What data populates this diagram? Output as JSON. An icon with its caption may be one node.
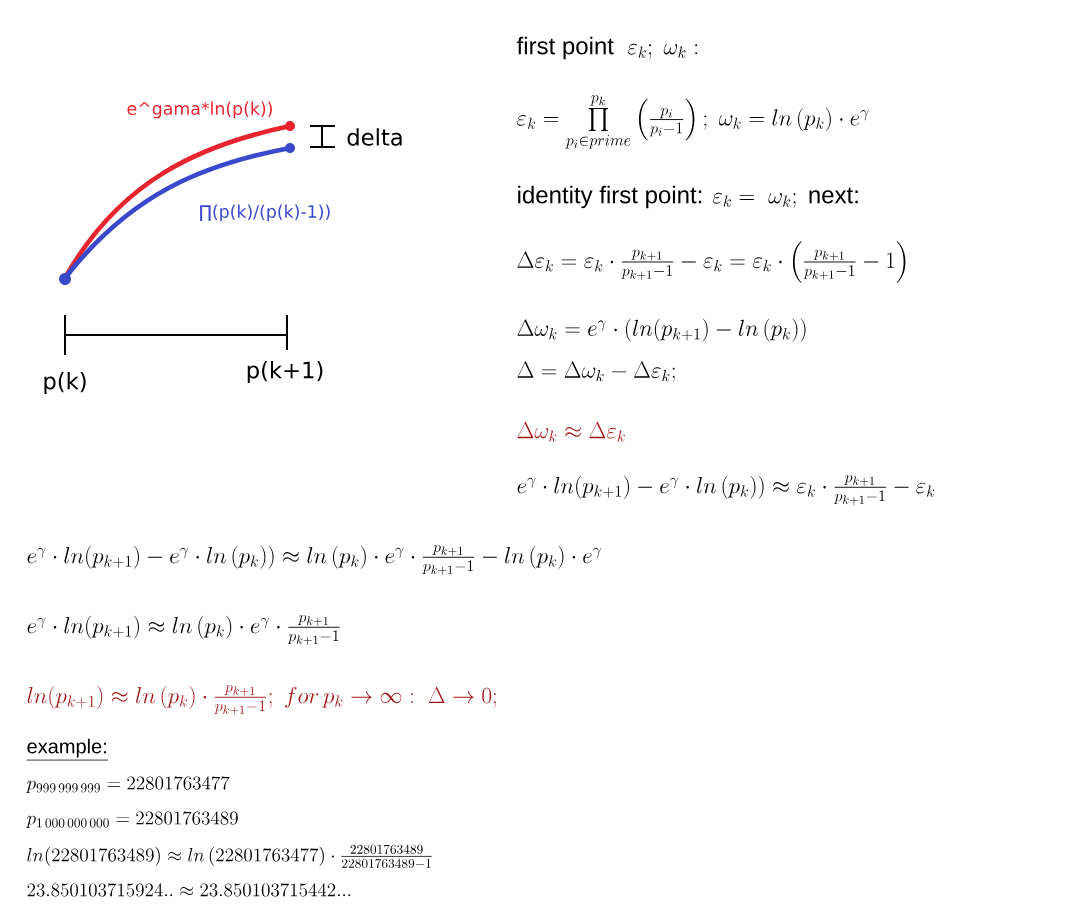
{
  "diagram": {
    "labels": [
      "e^gama*ln(p(k))",
      "delta",
      "∏(p(k)/(p(k)-1))",
      "p(k)",
      "p(k+1)",
      "\\text{first point }\\ \\varepsilon_k;\\ \\omega_k:",
      "\\varepsilon_k = \\prod\\limits_{p_i\\in prime}^{p_k}\\left(\\frac{p_i}{p_i-1}\\right);\\ \\omega_k = ln\\,(p_k)\\cdot e^{\\gamma}",
      "\\text{identity first point: }\\varepsilon_k = \\ \\omega_k;\\ \\text{next:}",
      "\\Delta\\varepsilon_k = \\varepsilon_k\\cdot\\frac{p_{k+1}}{p_{k+1}-1} - \\varepsilon_k = \\varepsilon_k\\cdot\\left(\\frac{p_{k+1}}{p_{k+1}-1} - 1\\right)",
      "\\Delta\\omega_k = e^{\\gamma}\\cdot(ln(p_{k+1}) - ln\\,(p_k))",
      "\\Delta = \\Delta\\omega_k - \\Delta\\varepsilon_k;",
      "\\Delta\\omega_k \\approx \\Delta\\varepsilon_k",
      "e^{\\gamma}\\cdot ln(p_{k+1}) - e^{\\gamma}\\cdot ln\\,(p_k)) \\approx \\varepsilon_k\\cdot\\frac{p_{k+1}}{p_{k+1}-1} - \\varepsilon_k",
      "e^{\\gamma}\\cdot ln(p_{k+1}) - e^{\\gamma}\\cdot ln\\,(p_k)) \\approx ln\\,(p_k)\\cdot e^{\\gamma}\\cdot\\frac{p_{k+1}}{p_{k+1}-1} - ln\\,(p_k)\\cdot e^{\\gamma}",
      "e^{\\gamma}\\cdot ln(p_{k+1}) \\approx ln\\,(p_k)\\cdot e^{\\gamma}\\cdot\\frac{p_{k+1}}{p_{k+1}-1}",
      "ln(p_{k+1}) \\approx ln\\,(p_k)\\cdot\\frac{p_{k+1}}{p_{k+1}-1};\\ for\\, p_k\\to\\infty:\\ \\Delta\\to 0;",
      "example:",
      "p_{999\\,999\\,999} = 22801763477",
      "p_{1\\,000\\,000\\,000} = 22801763489",
      "ln(22801763489) \\approx ln\\,(22801763477)\\cdot\\frac{22801763489}{22801763489-1}",
      "23.850103715924.. \\approx 23.850103715442..."
    ]
  }
}
